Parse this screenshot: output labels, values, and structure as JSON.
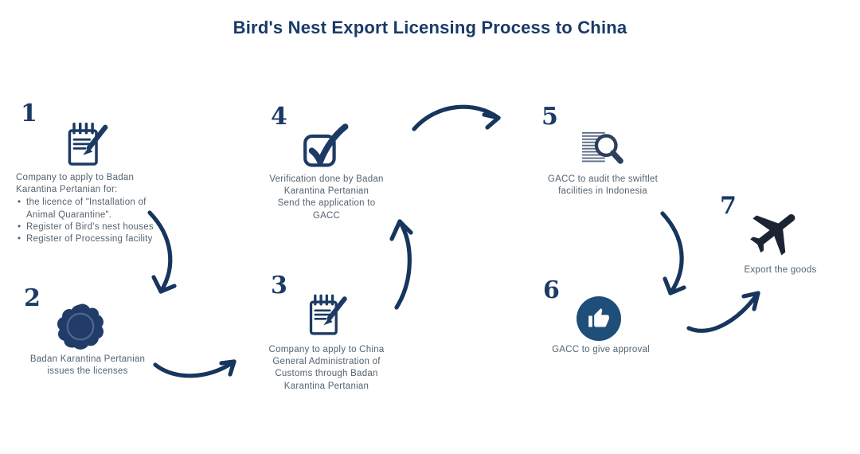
{
  "title": "Bird's Nest Export Licensing Process to China",
  "colors": {
    "navy": "#1c3a64",
    "arrow": "#16365d",
    "body_text": "#54636f",
    "thumb_circle": "#1f4e79",
    "airplane": "#1c2433",
    "background": "#ffffff"
  },
  "steps": [
    {
      "number": "1",
      "icon": "notepad-pencil-icon",
      "intro": "Company to apply to Badan Karantina Pertanian for:",
      "bullets": [
        "the licence of \"Installation of Animal Quarantine\".",
        "Register of Bird's nest houses",
        "Register of Processing facility"
      ]
    },
    {
      "number": "2",
      "icon": "wax-seal-icon",
      "lines": [
        "Badan Karantina Pertanian",
        "issues the licenses"
      ]
    },
    {
      "number": "3",
      "icon": "notepad-pencil-icon",
      "lines": [
        "Company to apply to China",
        "General Administration of",
        "Customs through Badan",
        "Karantina Pertanian"
      ]
    },
    {
      "number": "4",
      "icon": "checkbox-check-icon",
      "lines": [
        "Verification done by Badan",
        "Karantina Pertanian",
        "Send the application to",
        "GACC"
      ]
    },
    {
      "number": "5",
      "icon": "audit-magnifier-icon",
      "lines": [
        "GACC to audit the swiftlet",
        "facilities in Indonesia"
      ]
    },
    {
      "number": "6",
      "icon": "thumbs-up-icon",
      "lines": [
        "GACC to give approval"
      ]
    },
    {
      "number": "7",
      "icon": "airplane-icon",
      "lines": [
        "Export the goods"
      ]
    }
  ]
}
